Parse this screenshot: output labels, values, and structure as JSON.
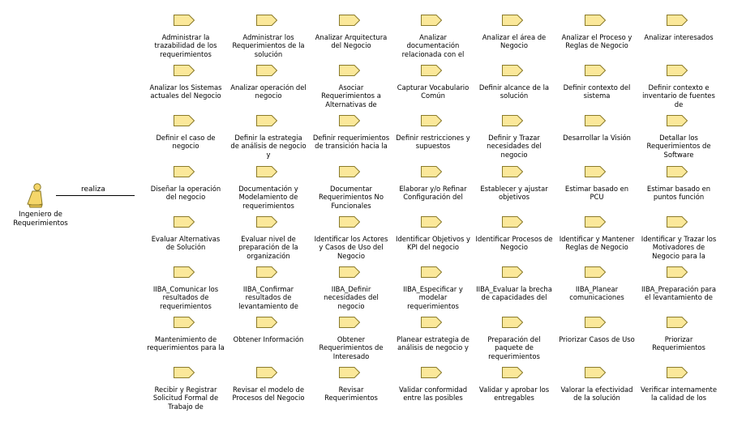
{
  "diagram": {
    "actor": {
      "name": "Ingeniero de\nRequerimientos"
    },
    "association": {
      "label": "realiza"
    },
    "colors": {
      "usecase_fill": "#fbe89a",
      "usecase_stroke": "#8a7a2a",
      "actor_fill": "#f5d66a"
    },
    "use_cases": [
      "Administrar la trazabilidad de los requerimientos",
      "Administrar los Requerimientos de la solución",
      "Analizar Arquitectura del Negocio",
      "Analizar documentación relacionada con el",
      "Analizar el área de Negocio",
      "Analizar el Proceso y Reglas de Negocio",
      "Analizar interesados",
      "Analizar los Sistemas actuales del Negocio",
      "Analizar operación del negocio",
      "Asociar Requerimientos a Alternativas de",
      "Capturar Vocabulario Común",
      "Definir alcance de la solución",
      "Definir contexto del sistema",
      "Definir contexto e inventario de fuentes de",
      "Definir el caso de negocio",
      "Definir la estrategia de análisis de negocio y",
      "Definir requerimientos de transición hacia la",
      "Definir restricciones y supuestos",
      "Definir y Trazar necesidades del negocio",
      "Desarrollar la Visión",
      "Detallar los Requerimientos de Software",
      "Diseñar la operación del negocio",
      "Documentación y Modelamiento de requerimientos",
      "Documentar Requerimientos No Funcionales",
      "Elaborar y/o Refinar Configuración del",
      "Establecer y ajustar objetivos",
      "Estimar basado en PCU",
      "Estimar basado en puntos función",
      "Evaluar Alternativas de Solución",
      "Evaluar nivel de preparación de la organización",
      "Identificar los Actores y Casos de Uso del Negocio",
      "Identificar Objetivos y KPI del negocio",
      "Identificar Procesos de Negocio",
      "Identificar y Mantener Reglas de Negocio",
      "Identificar y Trazar los Motivadores de Negocio para la",
      "IIBA_Comunicar los resultados de requerimientos",
      "IIBA_Confirmar resultados de levantamiento de",
      "IIBA_Definir necesidades del negocio",
      "IIBA_Especificar y modelar requerimientos",
      "IIBA_Evaluar la brecha de capacidades del",
      "IIBA_Planear comunicaciones",
      "IIBA_Preparación para el levantamiento de",
      "Mantenimiento de requerimientos para la",
      "Obtener Información",
      "Obtener Requerimientos de Interesado",
      "Planear estrategia de análisis de negocio y",
      "Preparación del paquete de requerimientos",
      "Priorizar Casos de Uso",
      "Priorizar Requerimientos",
      "Recibir y Registrar Solicitud Formal de Trabajo de",
      "Revisar el modelo de Procesos del Negocio",
      "Revisar Requerimientos",
      "Validar conformidad entre las posibles",
      "Validar y aprobar los entregables",
      "Valorar la efectividad de la solución",
      "Verificar internamente la calidad de los"
    ]
  }
}
